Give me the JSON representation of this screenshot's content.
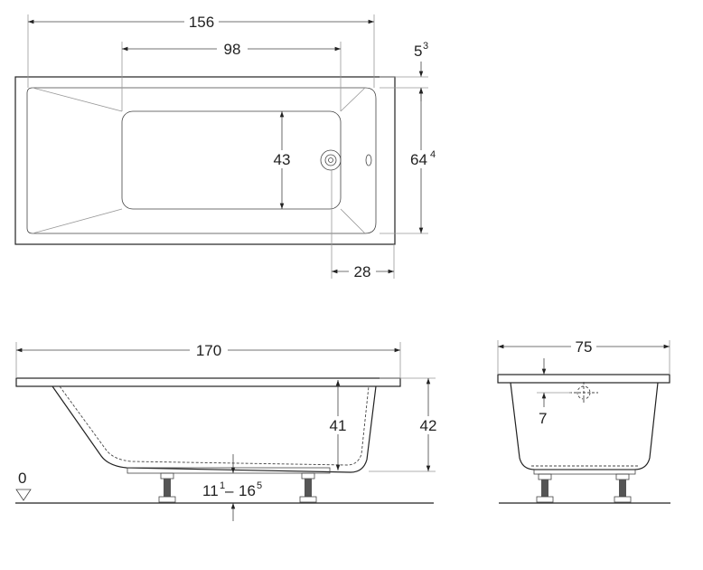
{
  "top_view": {
    "overall_length": "156",
    "inner_length": "98",
    "rim_offset": "5",
    "rim_offset_sup": "3",
    "inner_width": "43",
    "overall_width": "64",
    "overall_width_sup": "4",
    "drain_offset": "28"
  },
  "side_view": {
    "length": "170",
    "inner_depth": "41",
    "height": "42",
    "leg_range_a": "11",
    "leg_range_a_sup": "1",
    "leg_range_sep": "–",
    "leg_range_b": "16",
    "leg_range_b_sup": "5",
    "floor_level": "0"
  },
  "end_view": {
    "width": "75",
    "overflow_offset": "7"
  }
}
